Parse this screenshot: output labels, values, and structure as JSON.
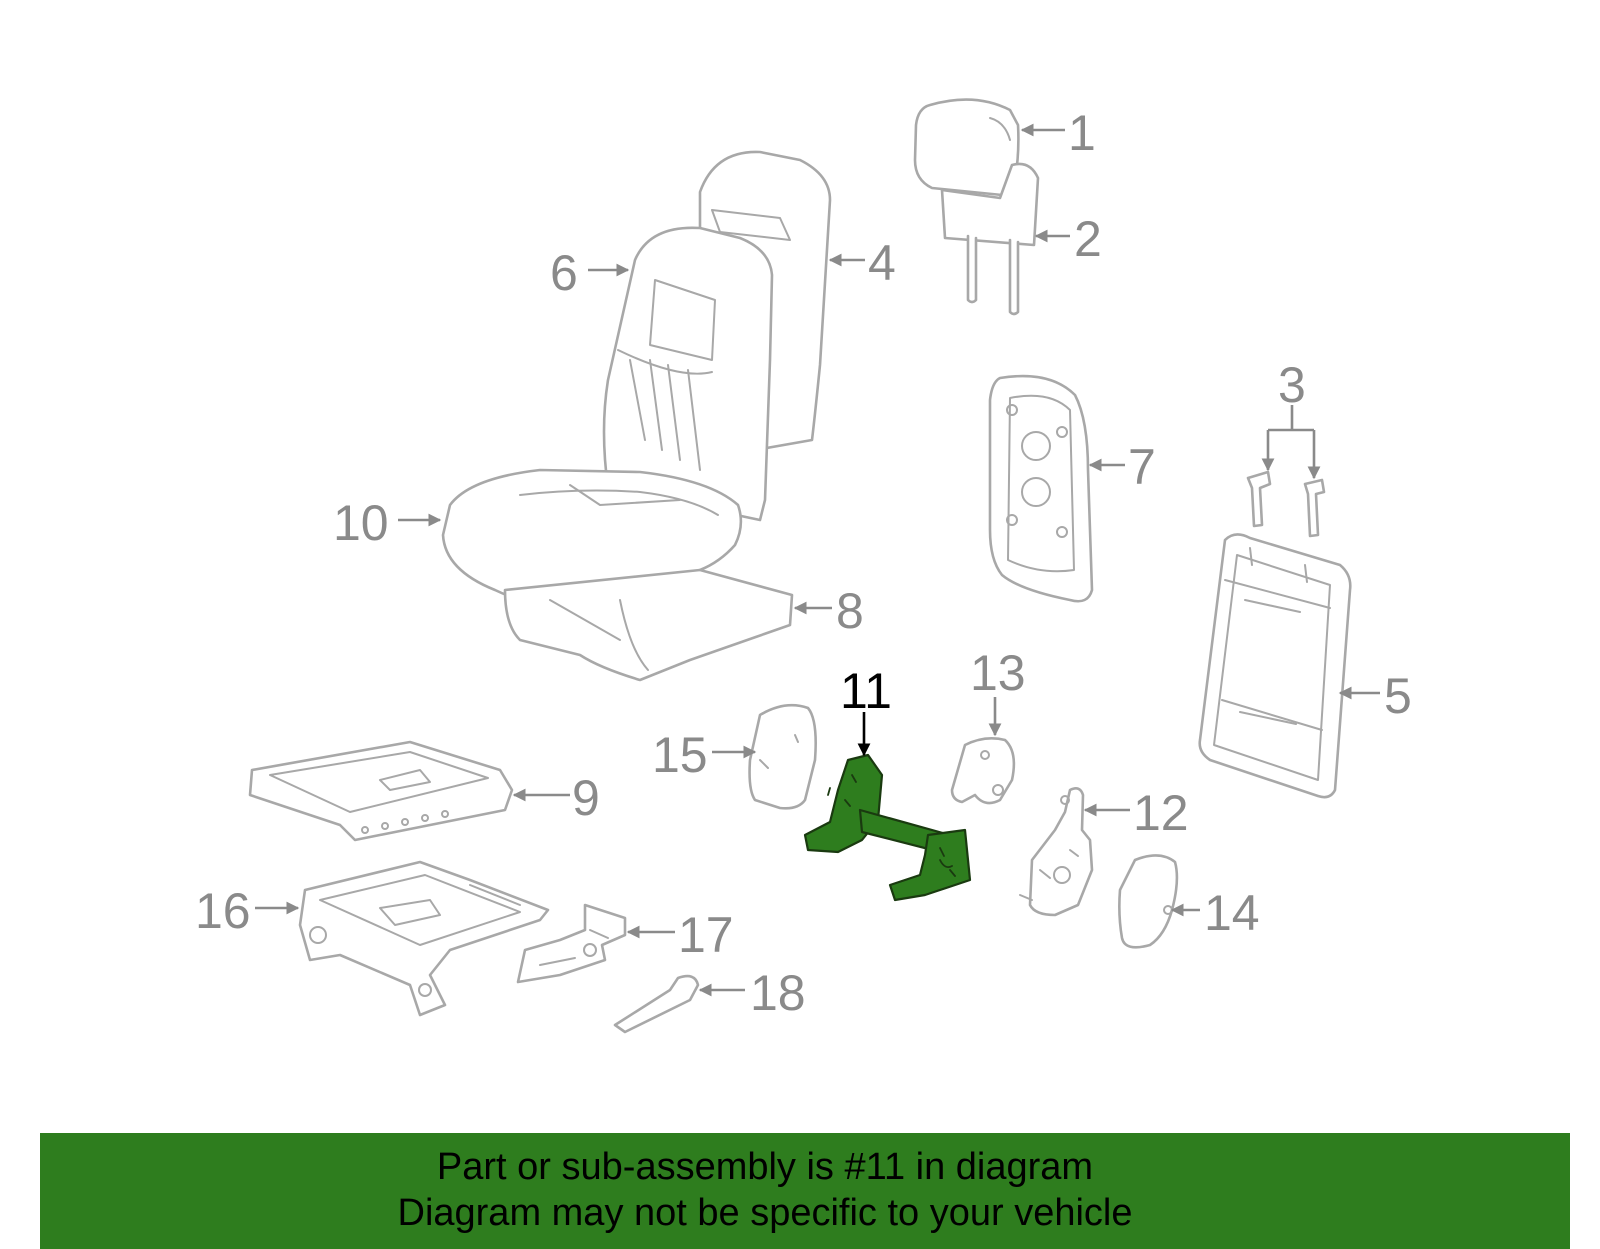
{
  "diagram": {
    "highlight_color": "#2e7d1e",
    "part_line_color": "#a8a8a8",
    "callout_color": "#8a8a8a",
    "highlight_callout_color": "#000000",
    "callouts": {
      "c1": "1",
      "c2": "2",
      "c3": "3",
      "c4": "4",
      "c5": "5",
      "c6": "6",
      "c7": "7",
      "c8": "8",
      "c9": "9",
      "c10": "10",
      "c11": "11",
      "c12": "12",
      "c13": "13",
      "c14": "14",
      "c15": "15",
      "c16": "16",
      "c17": "17",
      "c18": "18"
    },
    "highlighted_part": "11"
  },
  "banner": {
    "background": "#2e7d1e",
    "line1": "Part or sub-assembly is #11 in diagram",
    "line2": "Diagram may not be specific to your vehicle"
  }
}
